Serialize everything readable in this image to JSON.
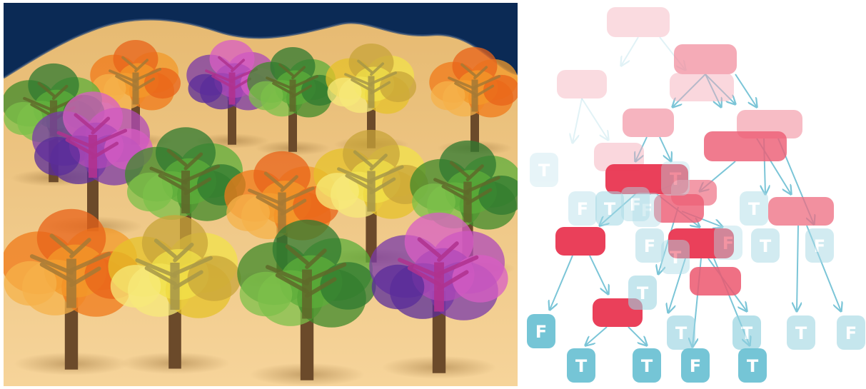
{
  "palette": {
    "sky": "#0b2a55",
    "sand_light": "#f3cf8e",
    "sand_mid": "#e9bd78",
    "trunk": "#6b4a2a",
    "node_dark": "#e8334f",
    "node_light": "#f7c3cd",
    "leaf_dark": "#5fbcd0",
    "leaf_light": "#cfeaf1",
    "edge": "#6dbfd3"
  },
  "forest": {
    "trees": [
      {
        "style": "orange"
      },
      {
        "style": "purple"
      },
      {
        "style": "green"
      },
      {
        "style": "yellow"
      },
      {
        "style": "orange"
      },
      {
        "style": "green"
      },
      {
        "style": "purple"
      },
      {
        "style": "green"
      },
      {
        "style": "orange"
      },
      {
        "style": "yellow"
      },
      {
        "style": "green"
      },
      {
        "style": "orange"
      },
      {
        "style": "yellow"
      },
      {
        "style": "green"
      },
      {
        "style": "purple"
      }
    ]
  },
  "decision_trees": {
    "leaf_labels": [
      "T",
      "F",
      "T",
      "F",
      "T",
      "F",
      "T",
      "F",
      "T",
      "F",
      "T",
      "T",
      "T",
      "F",
      "T",
      "T",
      "F",
      "T",
      "T",
      "F",
      "T",
      "F"
    ]
  }
}
